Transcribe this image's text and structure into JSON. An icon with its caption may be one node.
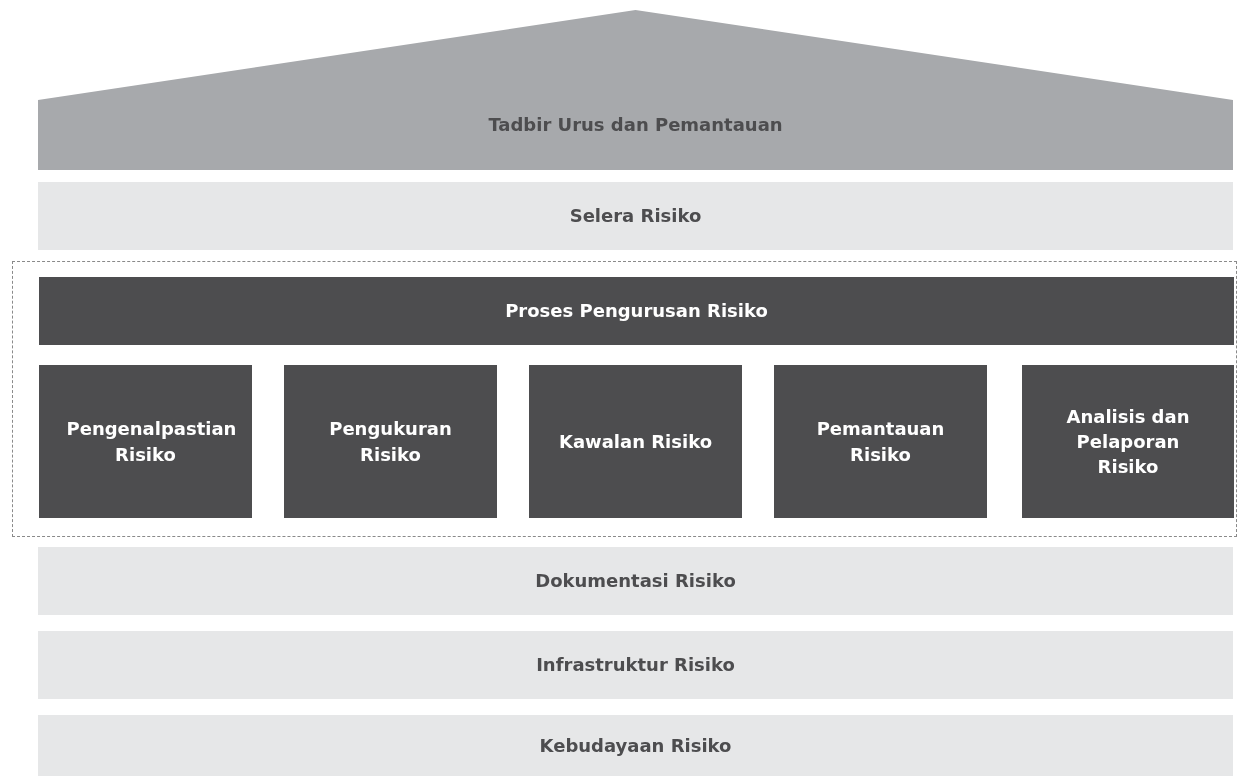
{
  "diagram": {
    "nodes": [
      {
        "text": [
          "Tadbir Urus dan Pemantauan"
        ]
      },
      {
        "text": [
          "Selera Risiko"
        ]
      },
      {
        "text": [],
        "shape": "box"
      },
      {
        "text": [
          "Proses Pengurusan Risiko"
        ],
        "in": 2
      },
      {
        "text": [
          "Pengenalpastian Risiko"
        ],
        "in": 2
      },
      {
        "text": [
          "Pengukuran Risiko"
        ],
        "in": 2
      },
      {
        "text": [
          "Kawalan Risiko"
        ],
        "in": 2
      },
      {
        "text": [
          "Pemantauan Risiko"
        ],
        "in": 2
      },
      {
        "text": [
          "Analisis dan Pelaporan Risiko"
        ],
        "in": 2
      },
      {
        "text": [
          "Dokumentasi Risiko"
        ]
      },
      {
        "text": [
          "Infrastruktur Risiko"
        ]
      },
      {
        "text": [
          "Kebudayaan Risiko"
        ]
      }
    ]
  }
}
